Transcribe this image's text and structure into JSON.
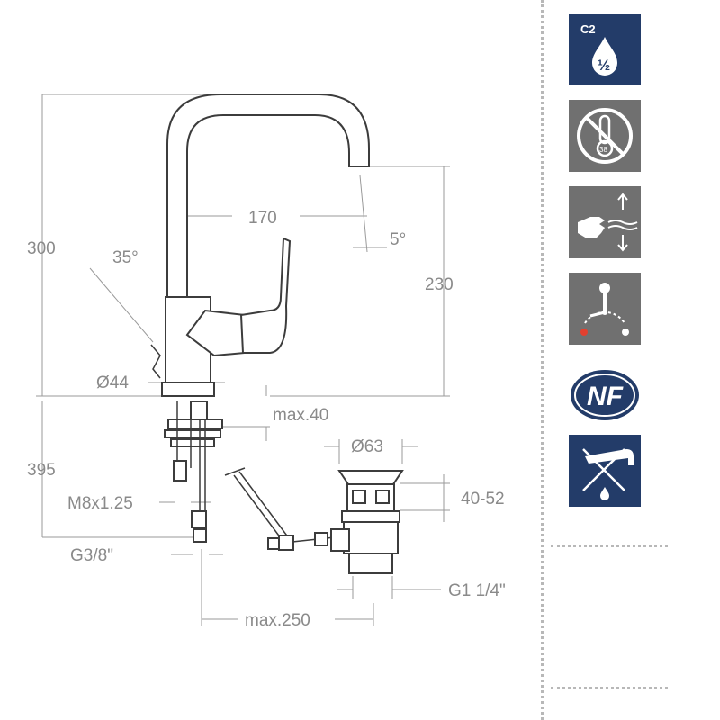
{
  "dimensions": {
    "height_total": "300",
    "angle_handle": "35°",
    "spout_reach": "170",
    "spout_angle": "5°",
    "spout_height": "230",
    "base_diameter": "Ø44",
    "deck_thickness": "max.40",
    "waste_diameter": "Ø63",
    "hose_length": "395",
    "waste_range": "40-52",
    "thread_rod": "M8x1.25",
    "hose_thread": "G3/8\"",
    "waste_thread": "G1 1/4\"",
    "rod_length": "max.250"
  },
  "badges": {
    "c2_label": "C2",
    "c2_fraction": "½",
    "thermo_value": "38",
    "nf_label": "NF"
  },
  "colors": {
    "navy": "#233c69",
    "grey": "#707070",
    "dimension_text": "#8a8a8a",
    "outline": "#3c3c3c"
  },
  "icons": [
    "water-saving-c2-icon",
    "no-thermostat-icon",
    "hand-water-temperature-icon",
    "cold-water-start-icon",
    "nf-certification-icon",
    "no-pull-out-spout-icon"
  ]
}
